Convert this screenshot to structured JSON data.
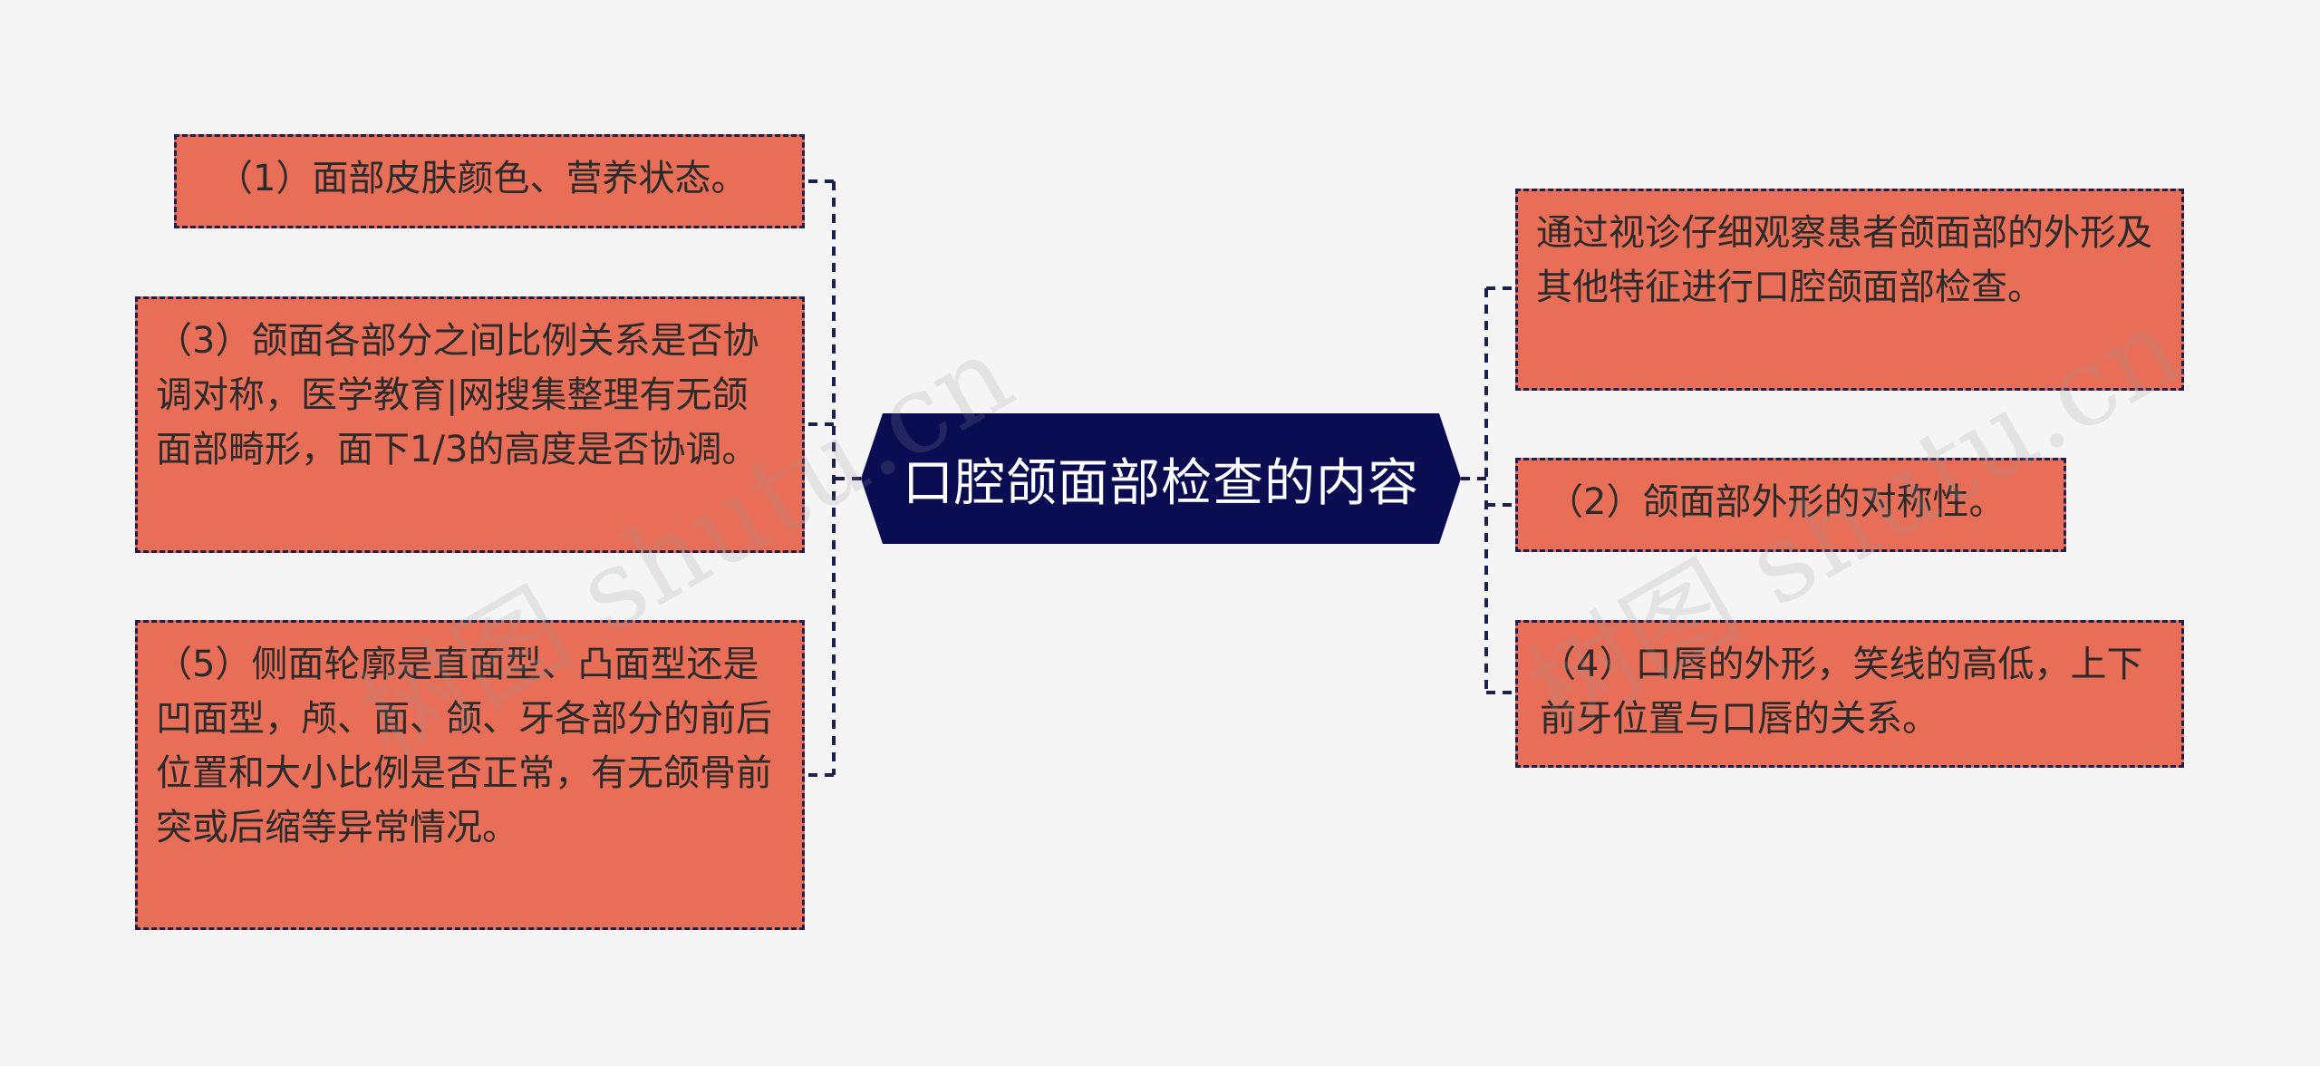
{
  "center": {
    "label": "口腔颌面部检查的内容"
  },
  "left_nodes": [
    {
      "text": "（1）面部皮肤颜色、营养状态。"
    },
    {
      "text": "（3）颌面各部分之间比例关系是否协调对称，医学教育|网搜集整理有无颌面部畸形，面下1/3的高度是否协调。"
    },
    {
      "text": "（5）侧面轮廓是直面型、凸面型还是凹面型，颅、面、颌、牙各部分的前后位置和大小比例是否正常，有无颌骨前突或后缩等异常情况。"
    }
  ],
  "right_nodes": [
    {
      "text": "通过视诊仔细观察患者颌面部的外形及其他特征进行口腔颌面部检查。"
    },
    {
      "text": "（2）颌面部外形的对称性。"
    },
    {
      "text": "（4）口唇的外形，笑线的高低，上下前牙位置与口唇的关系。"
    }
  ],
  "watermarks": [
    "树图 shutu.cn",
    "树图 shutu.cn"
  ],
  "colors": {
    "background": "#f5f5f5",
    "node_fill": "#e86e58",
    "node_border": "#1d1f4f",
    "center_fill": "#0b0d52",
    "connector": "#1d1f4f"
  }
}
